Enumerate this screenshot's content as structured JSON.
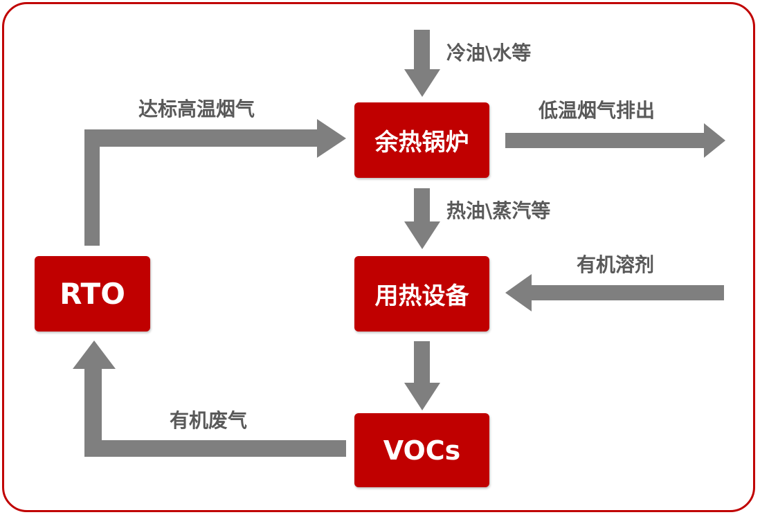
{
  "nodes": {
    "boiler": "余热锅炉",
    "heat_equipment": "用热设备",
    "rto": "RTO",
    "vocs": "VOCs"
  },
  "edges": {
    "cold_oil_water": "冷油\\水等",
    "hot_oil_steam": "热油\\蒸汽等",
    "low_temp_exhaust": "低温烟气排出",
    "qualified_hot_gas": "达标高温烟气",
    "organic_solvent": "有机溶剂",
    "organic_waste_gas": "有机废气"
  },
  "colors": {
    "node_fill": "#c00000",
    "node_text": "#ffffff",
    "arrow": "#7f7f7f",
    "label_text": "#595959",
    "frame_border": "#c00000"
  }
}
